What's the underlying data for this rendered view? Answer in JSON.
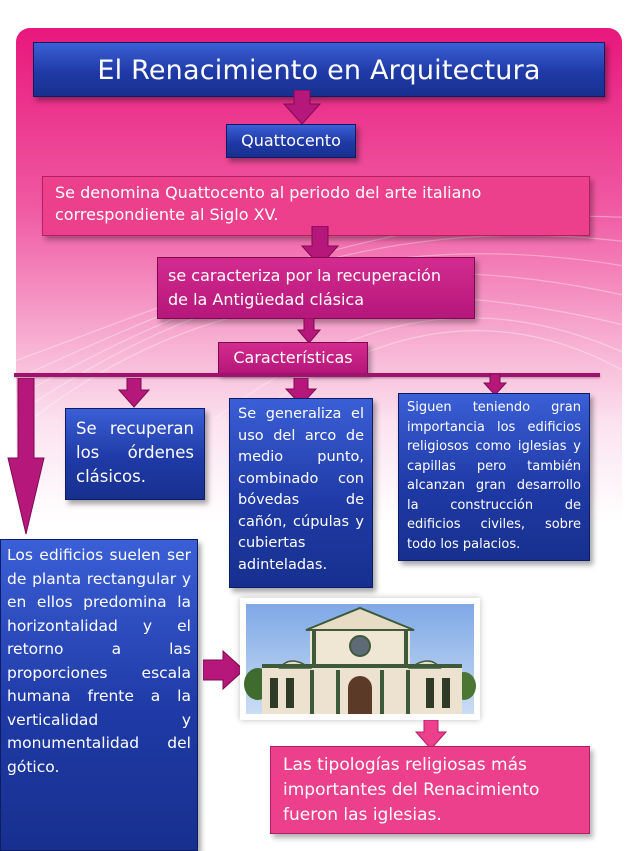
{
  "title": "El Renacimiento en Arquitectura",
  "quattrocento_label": "Quattocento",
  "definition": "Se denomina Quattocento al periodo del arte italiano correspondiente al Siglo XV.",
  "recovery": "se caracteriza por la recuperación de la Antigüedad clásica",
  "characteristics_label": "Características",
  "features": {
    "orders": "Se recuperan los órdenes clásicos.",
    "arch": "Se generaliza el uso del arco de medio punto, combinado con bóvedas de cañón, cúpulas y cubiertas adinteladas.",
    "religious": "Siguen teniendo gran importancia los edificios religiosos como iglesias y capillas pero también alcanzan gran desarrollo la construcción de edificios civiles, sobre todo los palacios."
  },
  "buildings": "Los edificios suelen ser de planta rectangular y en ellos predomina la horizontalidad y el retorno a las proporciones escala humana frente a la verticalidad y monumentalidad del gótico.",
  "typologies": "Las tipologías religiosas más importantes del Renacimiento fueron las iglesias.",
  "colors": {
    "blue_box": "#1f3aa6",
    "magenta_box": "#b5177a",
    "pink_box": "#ec3f8c",
    "background_top": "#e8177c"
  }
}
